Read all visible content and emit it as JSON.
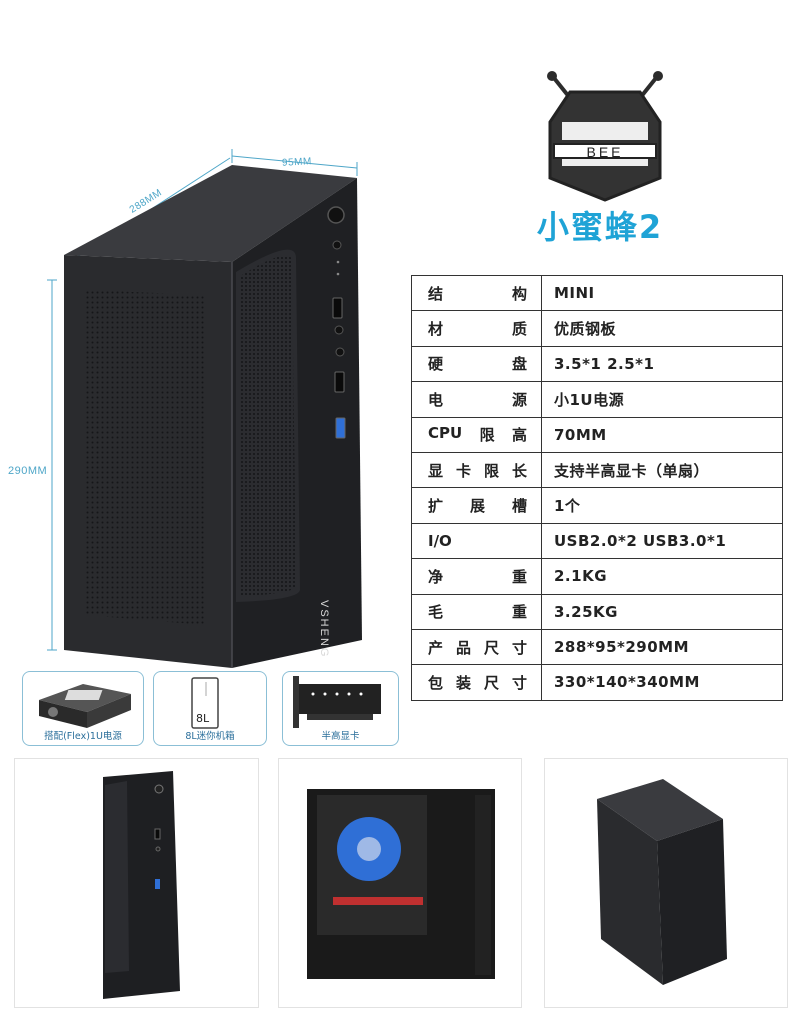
{
  "dimensions": {
    "width": "95MM",
    "depth": "288MM",
    "height": "290MM"
  },
  "case_brand_text": "VSHENG",
  "logo": {
    "badge_text": "BEE",
    "product_name": "小蜜蜂2"
  },
  "specs": [
    {
      "key": "结构",
      "value": "MINI"
    },
    {
      "key": "材质",
      "value": "优质钢板"
    },
    {
      "key": "硬盘",
      "value": "3.5*1  2.5*1"
    },
    {
      "key": "电源",
      "value": "小1U电源"
    },
    {
      "key": "CPU限高",
      "value": "70MM"
    },
    {
      "key": "显卡限长",
      "value": "支持半高显卡（单扇）"
    },
    {
      "key": "扩展槽",
      "value": "1个"
    },
    {
      "key": "I/O",
      "value": "USB2.0*2  USB3.0*1"
    },
    {
      "key": "净重",
      "value": "2.1KG"
    },
    {
      "key": "毛重",
      "value": "3.25KG"
    },
    {
      "key": "产品尺寸",
      "value": "288*95*290MM"
    },
    {
      "key": "包装尺寸",
      "value": "330*140*340MM"
    }
  ],
  "features": [
    {
      "caption": "搭配(Flex)1U电源"
    },
    {
      "caption": "8L迷你机箱",
      "badge": "8L"
    },
    {
      "caption": "半高显卡"
    }
  ],
  "colors": {
    "accent": "#1fa3d6",
    "dimension_line": "#4ea6c8",
    "case_body": "#2a2b2e",
    "usb3_blue": "#2f6fd6"
  }
}
